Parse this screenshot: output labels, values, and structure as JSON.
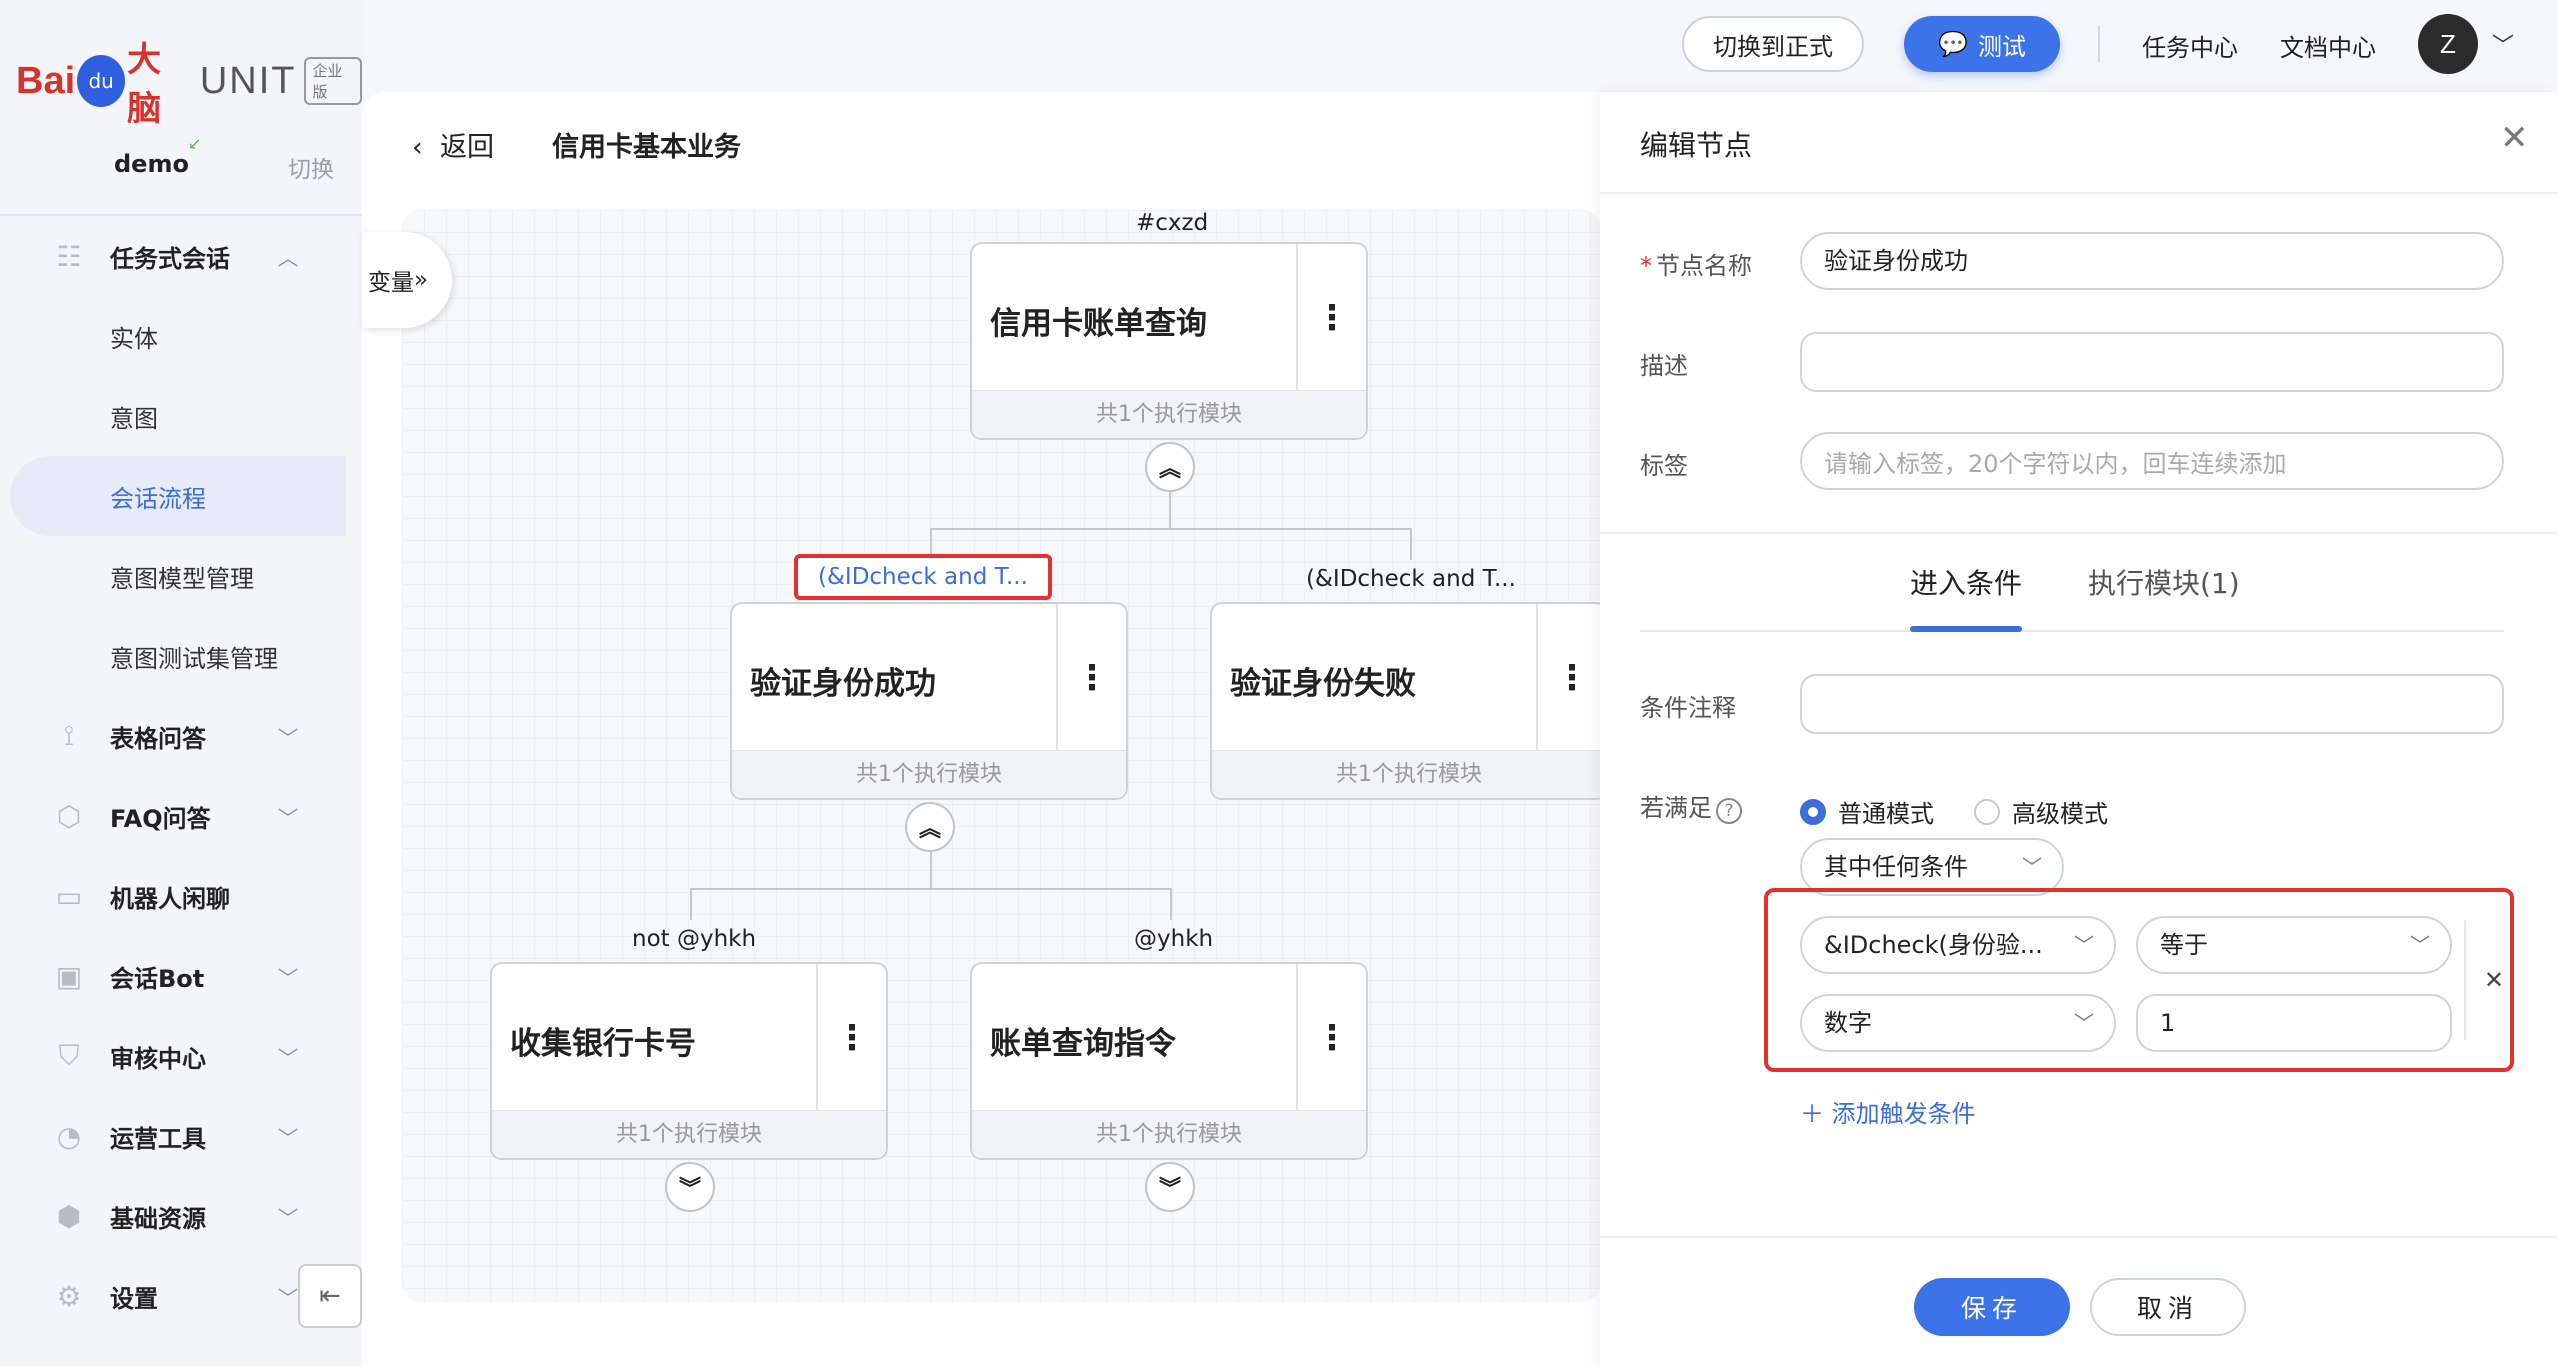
{
  "brand": {
    "bai": "Bai",
    "du": "du",
    "danao": "大脑",
    "unit": "UNIT",
    "edition": "企业版"
  },
  "workspace": {
    "name": "demo",
    "switch_label": "切换"
  },
  "sidebar": {
    "items": [
      {
        "label": "任务式会话",
        "icon": "task-dialog-icon"
      },
      {
        "label": "实体"
      },
      {
        "label": "意图"
      },
      {
        "label": "会话流程"
      },
      {
        "label": "意图模型管理"
      },
      {
        "label": "意图测试集管理"
      },
      {
        "label": "表格问答",
        "icon": "table-qa-icon"
      },
      {
        "label": "FAQ问答",
        "icon": "faq-icon"
      },
      {
        "label": "机器人闲聊",
        "icon": "chat-icon"
      },
      {
        "label": "会话Bot",
        "icon": "bot-icon"
      },
      {
        "label": "审核中心",
        "icon": "shield-icon"
      },
      {
        "label": "运营工具",
        "icon": "tools-icon"
      },
      {
        "label": "基础资源",
        "icon": "resources-icon"
      },
      {
        "label": "设置",
        "icon": "gear-icon"
      }
    ]
  },
  "topbar": {
    "switch_label": "切换到正式",
    "test_label": "测试",
    "task_center": "任务中心",
    "doc_center": "文档中心",
    "avatar_letter": "Z"
  },
  "main": {
    "back_label": "返回",
    "flow_title": "信用卡基本业务",
    "var_tab": "变量"
  },
  "flow": {
    "root": {
      "cond": "#cxzd",
      "title": "信用卡账单查询",
      "footer": "共1个执行模块"
    },
    "n1": {
      "cond": "(&IDcheck and T...",
      "title": "验证身份成功",
      "footer": "共1个执行模块"
    },
    "n2": {
      "cond": "(&IDcheck and T...",
      "title": "验证身份失败",
      "footer": "共1个执行模块"
    },
    "n3": {
      "cond": "not @yhkh",
      "title": "收集银行卡号",
      "footer": "共1个执行模块"
    },
    "n4": {
      "cond": "@yhkh",
      "title": "账单查询指令",
      "footer": "共1个执行模块"
    }
  },
  "panel": {
    "title": "编辑节点",
    "name_label": "节点名称",
    "name_value": "验证身份成功",
    "desc_label": "描述",
    "tag_label": "标签",
    "tag_placeholder": "请输入标签，20个字符以内，回车连续添加",
    "tab_enter": "进入条件",
    "tab_exec": "执行模块(1)",
    "comment_label": "条件注释",
    "satisfy_label": "若满足",
    "mode_normal": "普通模式",
    "mode_advanced": "高级模式",
    "any_condition": "其中任何条件",
    "cond_var": "&IDcheck(身份验...",
    "cond_op": "等于",
    "cond_type": "数字",
    "cond_value": "1",
    "add_condition": "添加触发条件",
    "save": "保存",
    "cancel": "取消"
  }
}
